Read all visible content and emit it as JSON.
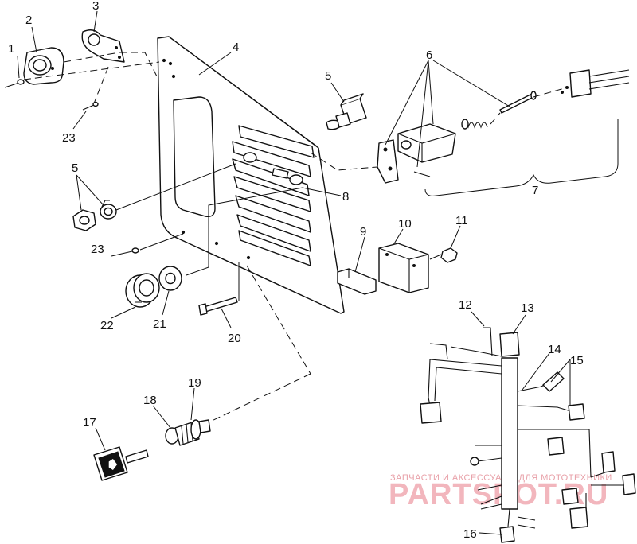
{
  "callouts": [
    "1",
    "2",
    "3",
    "4",
    "5",
    "5",
    "6",
    "7",
    "8",
    "9",
    "10",
    "11",
    "12",
    "13",
    "14",
    "15",
    "16",
    "17",
    "18",
    "19",
    "20",
    "21",
    "22",
    "23",
    "23"
  ],
  "watermark": {
    "tagline": "ЗАПЧАСТИ И АКСЕССУАРЫ ДЛЯ МОТОТЕХНИКИ",
    "brand": "PARTSPOT.RU"
  }
}
